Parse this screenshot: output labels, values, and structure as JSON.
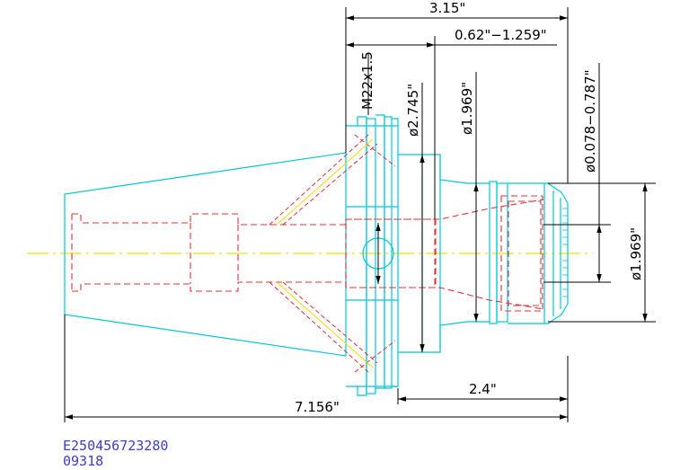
{
  "colors": {
    "outline": "#00c8d8",
    "hidden": "#e0303a",
    "centerline": "#f0e000",
    "dimension": "#000000",
    "hatch": "#e0303a",
    "code_text": "#3d3dcc"
  },
  "dimensions": {
    "overall_top": "3.15\"",
    "range_top": "0.62\"−1.259\"",
    "thread": "M22x1.5",
    "dia_flange": "ø2.745\"",
    "dia_body": "ø1.969\"",
    "dia_range": "ø0.078−0.787\"",
    "dia_nut": "ø1.969\"",
    "length_nose": "2.4\"",
    "length_overall": "7.156\""
  },
  "part_code": {
    "line1": "E250456723280",
    "line2": "09318"
  }
}
